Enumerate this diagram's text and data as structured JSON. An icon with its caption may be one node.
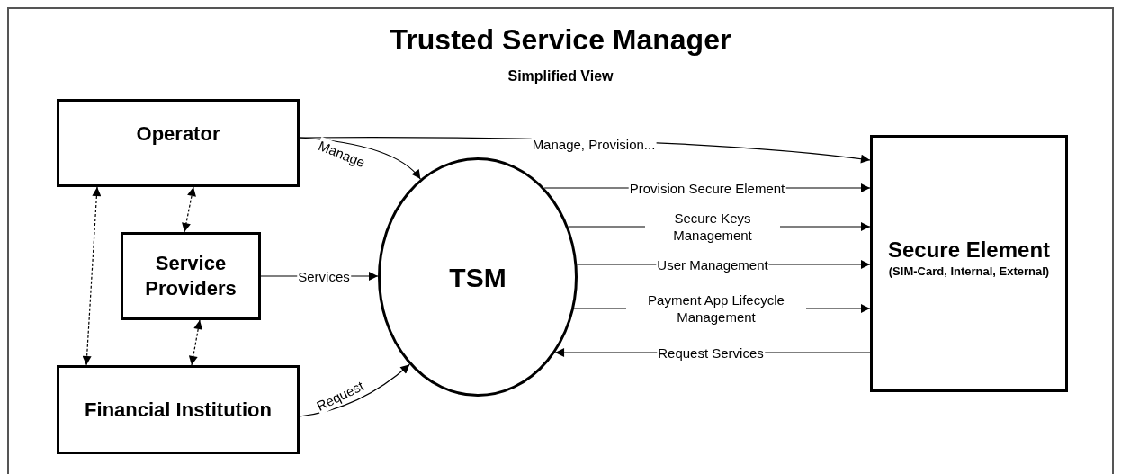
{
  "diagram": {
    "title": "Trusted Service Manager",
    "nodes": [
      {
        "text": [
          "Operator"
        ]
      },
      {
        "text": [
          "Service Providers"
        ]
      },
      {
        "text": [
          "Financial Institution"
        ]
      },
      {
        "text": [
          "TSM"
        ]
      },
      {
        "text": [
          "Secure Element",
          "(SIM-Card, Internal, External)"
        ]
      }
    ],
    "edges": [
      {
        "from": 0,
        "to": 4,
        "arrow": "to",
        "label": "Manage, Provision..."
      },
      {
        "from": 0,
        "to": 3,
        "arrow": "to",
        "label": "Manage"
      },
      {
        "from": 0,
        "to": 2,
        "arrow": "both",
        "style": "dashed"
      },
      {
        "from": 0,
        "to": 1,
        "arrow": "both",
        "style": "dashed"
      },
      {
        "from": 1,
        "to": 2,
        "arrow": "both",
        "style": "dashed"
      },
      {
        "from": 1,
        "to": 3,
        "arrow": "to",
        "label": "Services"
      },
      {
        "from": 2,
        "to": 3,
        "arrow": "to",
        "label": "Request"
      },
      {
        "from": 3,
        "to": 4,
        "arrow": "to",
        "label": "Provision Secure Element"
      },
      {
        "from": 3,
        "to": 4,
        "arrow": "to",
        "label": "Secure Keys Management"
      },
      {
        "from": 3,
        "to": 4,
        "arrow": "to",
        "label": "User Management"
      },
      {
        "from": 3,
        "to": 4,
        "arrow": "to",
        "label": "Payment App Lifecycle Management"
      },
      {
        "from": 4,
        "to": 3,
        "arrow": "to",
        "label": "Request Services"
      }
    ],
    "labels": [
      "Simplified View"
    ]
  }
}
